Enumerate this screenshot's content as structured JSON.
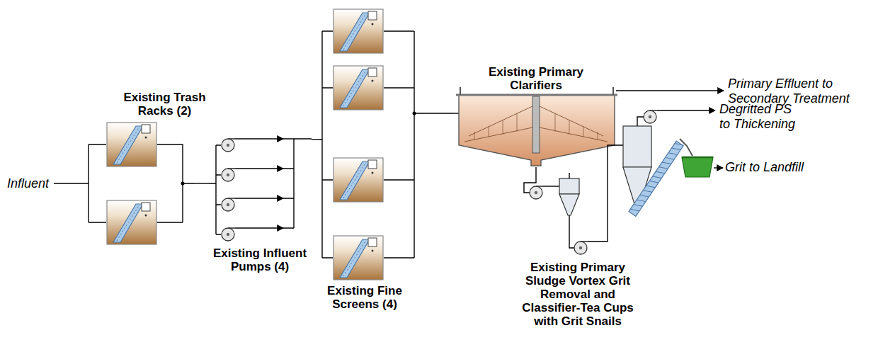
{
  "diagram": {
    "nodes": [
      {
        "text": [
          "Existing Trash Racks (2)"
        ]
      },
      {
        "text": [
          "Existing Influent Pumps (4)"
        ]
      },
      {
        "text": [
          "Existing Fine Screens (4)"
        ]
      },
      {
        "text": [
          "Existing Primary Clarifiers"
        ]
      },
      {
        "text": [
          "Existing Primary Sludge Vortex Grit Removal and Classifier-Tea Cups with Grit Snails"
        ]
      }
    ],
    "edges": [
      {
        "from": 0,
        "to": 1,
        "arrow": "none"
      },
      {
        "from": 1,
        "to": 2,
        "arrow": "none"
      },
      {
        "from": 2,
        "to": 3,
        "arrow": "none"
      },
      {
        "from": 3,
        "to": 4,
        "arrow": "none"
      }
    ],
    "labels": [
      "Influent",
      "Primary Effluent to Secondary Treatment",
      "Degritted PS to Thickening",
      "Grit to Landfill"
    ]
  }
}
